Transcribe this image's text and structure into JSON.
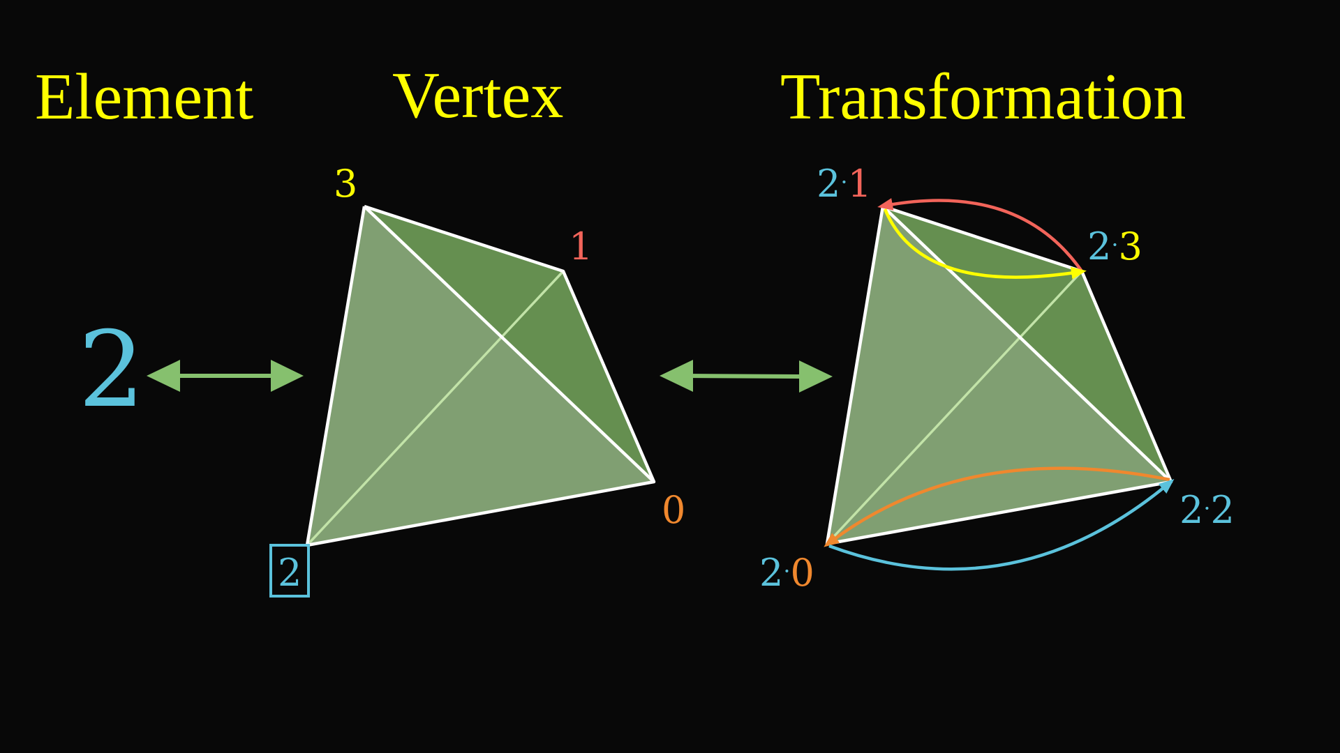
{
  "headings": {
    "element": "Element",
    "vertex": "Vertex",
    "transformation": "Transformation"
  },
  "element_value": "2",
  "vertex_labels": {
    "v0": "0",
    "v1": "1",
    "v2": "2",
    "v3": "3"
  },
  "transformation_labels": {
    "v0": {
      "prefix": "2",
      "dot": "·",
      "suffix": "0"
    },
    "v1": {
      "prefix": "2",
      "dot": "·",
      "suffix": "1"
    },
    "v2": {
      "prefix": "2",
      "dot": "·",
      "suffix": "2"
    },
    "v3": {
      "prefix": "2",
      "dot": "·",
      "suffix": "3"
    }
  },
  "colors": {
    "background": "#080808",
    "heading": "#ffff00",
    "label_0": "#f0882e",
    "label_1": "#f2645a",
    "label_2": "#5bc2dc",
    "label_3": "#ffff00",
    "double_arrow": "#86c06e",
    "face_back": "#658f50",
    "face_front": "#83a274",
    "edge": "#ffffff",
    "edge_hidden": "#c2e3a8"
  },
  "icons": {
    "double_arrow": "double-headed-arrow",
    "selected_vertex_box": "square-outline"
  }
}
